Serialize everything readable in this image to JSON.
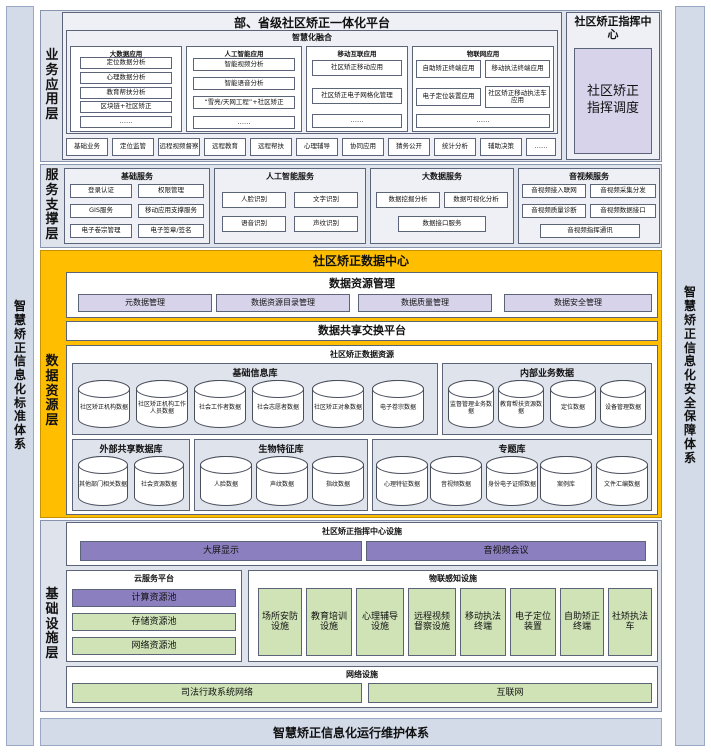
{
  "side_left": "智慧矫正信息化标准体系",
  "side_right": "智慧矫正信息化安全保障体系",
  "bottom_bar": "智慧矫正信息化运行维护体系",
  "business": {
    "label": "业务应用层",
    "platform_title": "部、省级社区矫正一体化平台",
    "fusion_title": "智慧化融合",
    "big_data_app": {
      "title": "大数据应用",
      "items": [
        "定位数据分析",
        "心理数据分析",
        "教育帮扶分析",
        "区块链+社区矫正",
        "……"
      ]
    },
    "ai_app": {
      "title": "人工智能应用",
      "items": [
        "智能视频分析",
        "智能语音分析",
        "“雪亮/天网工程”+社区矫正",
        "……"
      ]
    },
    "mobile_app": {
      "title": "移动互联应用",
      "items": [
        "社区矫正移动应用",
        "社区矫正电子网格化管理",
        "……"
      ]
    },
    "iot_app": {
      "title": "物联网应用",
      "items": [
        "自助矫正终端应用",
        "移动执法终端应用",
        "电子定位装置应用",
        "社区矫正移动执法车应用",
        "……"
      ]
    },
    "basic_items": [
      "基础业务",
      "定位监管",
      "远程视频督察",
      "远程教育",
      "远程帮扶",
      "心理辅导",
      "协同应用",
      "猜务公开",
      "统计分析",
      "辅助决策",
      "……"
    ],
    "command_title": "社区矫正指挥中心",
    "command_inner": "社区矫正指挥调度"
  },
  "service": {
    "label": "服务支撑层",
    "basic": {
      "title": "基础服务",
      "items": [
        "登录认证",
        "权限管理",
        "GIS服务",
        "移动应用支撑服务",
        "电子卷宗管理",
        "电子签章/签名"
      ]
    },
    "ai": {
      "title": "人工智能服务",
      "items": [
        "人脸识别",
        "文字识别",
        "语音识别",
        "声纹识别"
      ]
    },
    "bigdata": {
      "title": "大数据服务",
      "items": [
        "数据挖掘分析",
        "数据可视化分析",
        "数据接口服务"
      ]
    },
    "av": {
      "title": "音视频服务",
      "items": [
        "音视频接入联网",
        "音视频采集分发",
        "音视频质量诊断",
        "音视频数据接口",
        "音视频指挥通讯"
      ]
    }
  },
  "data": {
    "label": "数据资源层",
    "center_title": "社区矫正数据中心",
    "mgmt_title": "数据资源管理",
    "mgmt_items": [
      "元数据管理",
      "数据资源目录管理",
      "数据质量管理",
      "数据安全管理"
    ],
    "exchange_title": "数据共享交换平台",
    "resource_title": "社区矫正数据资源",
    "basic_db": {
      "title": "基础信息库",
      "items": [
        "社区矫正机构数据",
        "社区矫正机构工作人员数据",
        "社会工作者数据",
        "社会志愿者数据",
        "社区矫正对象数据",
        "电子卷宗数据"
      ]
    },
    "internal": {
      "title": "内部业务数据",
      "items": [
        "监督管理业务数据",
        "教育帮扶资源数据",
        "定位数据",
        "设备管理数据"
      ]
    },
    "external": {
      "title": "外部共享数据库",
      "items": [
        "其他部门相关数据",
        "社会资源数据"
      ]
    },
    "bio": {
      "title": "生物特征库",
      "items": [
        "人脸数据",
        "声纹数据",
        "指纹数据"
      ]
    },
    "topic": {
      "title": "专题库",
      "items": [
        "心理特征数据",
        "音视频数据",
        "身份电子证照数据",
        "案例库",
        "文件汇编数据"
      ]
    }
  },
  "infra": {
    "label": "基础设施层",
    "command_title": "社区矫正指挥中心设施",
    "command_items": [
      "大屏显示",
      "音视频会议"
    ],
    "cloud_title": "云服务平台",
    "cloud_items": [
      "计算资源池",
      "存储资源池",
      "网络资源池"
    ],
    "iot_title": "物联感知设施",
    "iot_items": [
      "场所安防设施",
      "教育培训设施",
      "心理辅导设施",
      "远程视频督察设施",
      "移动执法终端",
      "电子定位装置",
      "自助矫正终端",
      "社矫执法车"
    ],
    "net_title": "网络设施",
    "net_items": [
      "司法行政系统网络",
      "互联网"
    ]
  }
}
